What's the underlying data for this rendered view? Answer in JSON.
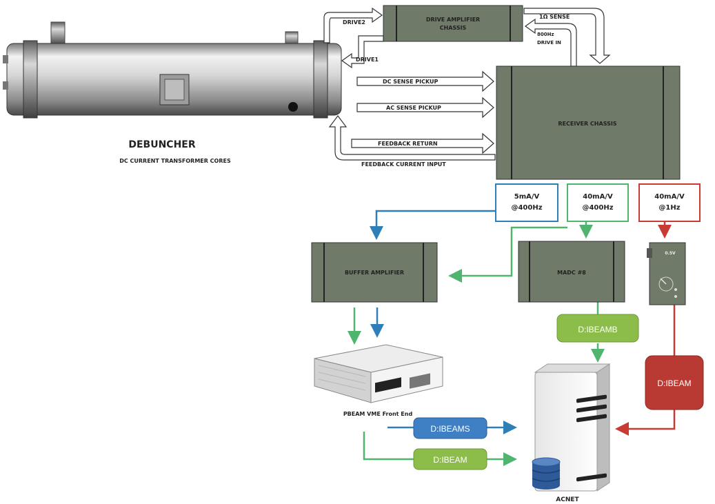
{
  "debuncher": {
    "title": "DEBUNCHER",
    "subtitle": "DC CURRENT TRANSFORMER CORES"
  },
  "drive_amp": {
    "line1": "DRIVE AMPLIFIER",
    "line2": "CHASSIS"
  },
  "signals": {
    "drive2": "DRIVE2",
    "drive1": "DRIVE1",
    "sense": "1Ω SENSE",
    "drive_in_1": "800Hz",
    "drive_in_2": "DRIVE IN",
    "dc_sense": "DC SENSE  PICKUP",
    "ac_sense": "AC SENSE PICKUP",
    "feedback_return": "FEEDBACK RETURN",
    "feedback_input": "FEEDBACK CURRENT INPUT"
  },
  "receiver": {
    "label": "RECEIVER CHASSIS"
  },
  "outputs": [
    {
      "line1": "5mA/V",
      "line2": "@400Hz",
      "color": "#2e7fb8"
    },
    {
      "line1": "40mA/V",
      "line2": "@400Hz",
      "color": "#4fb56e"
    },
    {
      "line1": "40mA/V",
      "line2": "@1Hz",
      "color": "#c83a34"
    }
  ],
  "buffer_amp": {
    "label": "BUFFER AMPLIFIER"
  },
  "madc": {
    "label": "MADC #8"
  },
  "meter": {
    "label": "0.5V"
  },
  "pbeam": {
    "label": "PBEAM VME   Front End"
  },
  "acnet": {
    "label": "ACNET"
  },
  "channels": {
    "dibeamb": "D:IBEAMB",
    "dibeam_red": "D:IBEAM",
    "dibeams": "D:IBEAMS",
    "dibeam_green": "D:IBEAM"
  },
  "colors": {
    "chassis": "#6f7a68",
    "blue": "#2e7fb8",
    "green": "#4fb56e",
    "red": "#c83a34",
    "pill_green": "#8cbd4a",
    "pill_blue": "#3f7fc4",
    "pill_red": "#b83a33"
  }
}
